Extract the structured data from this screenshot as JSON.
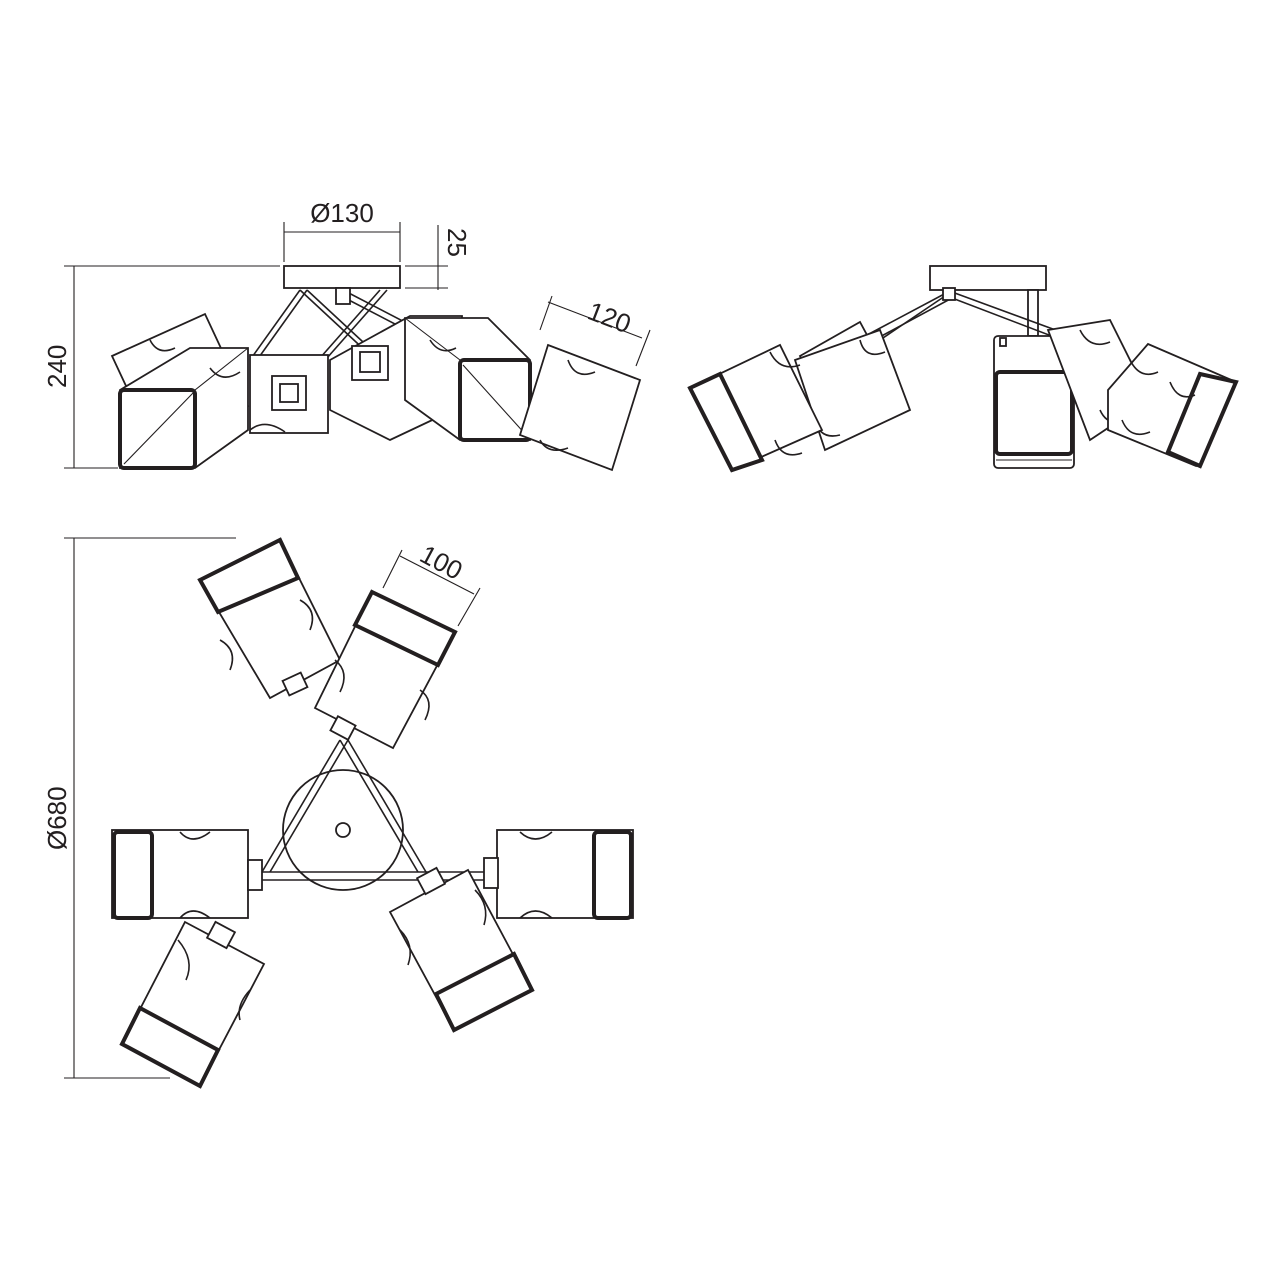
{
  "dimensions": {
    "canopy_diameter": "Ø130",
    "canopy_height": "25",
    "total_height": "240",
    "shade_height": "120",
    "shade_width": "100",
    "overall_diameter": "Ø680"
  },
  "colors": {
    "line": "#231f20",
    "background": "#ffffff"
  }
}
